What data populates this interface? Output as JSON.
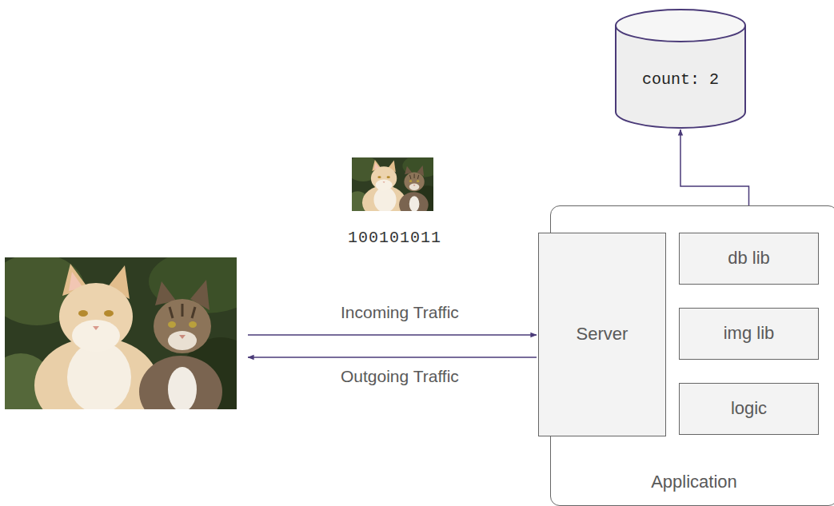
{
  "diagram": {
    "nodes": [
      {
        "text": [
          "count: 2"
        ]
      },
      {
        "text": [
          "Application"
        ]
      },
      {
        "text": [
          "Server"
        ],
        "in": 1
      },
      {
        "text": [
          "db lib"
        ],
        "in": 1
      },
      {
        "text": [
          "img lib"
        ],
        "in": 1
      },
      {
        "text": [
          "logic"
        ],
        "in": 1
      }
    ],
    "edges": [
      {
        "from": 0,
        "to": 3,
        "arrow": "both"
      }
    ],
    "labels": [
      "100101011",
      "Incoming Traffic",
      "Outgoing Traffic"
    ]
  }
}
